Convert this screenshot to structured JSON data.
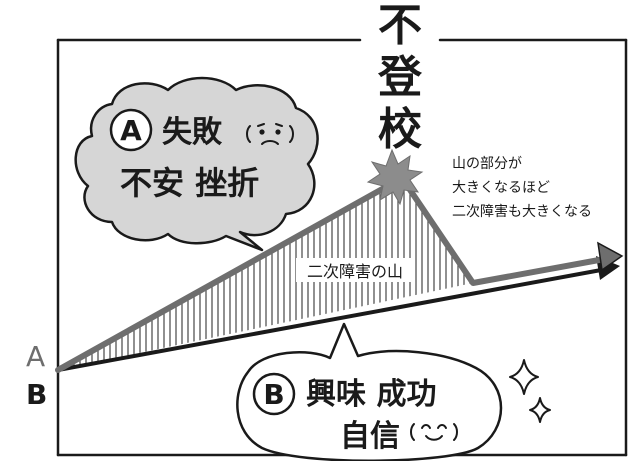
{
  "title": "不登校",
  "title_chars": [
    "不",
    "登",
    "校"
  ],
  "axis_labels": {
    "a": "A",
    "b": "B"
  },
  "bubble_a": {
    "circle_letter": "A",
    "line1": "失敗",
    "line2": "不安 挫折",
    "face_icon": "worried-face-icon"
  },
  "bubble_b": {
    "circle_letter": "B",
    "line1": "興味 成功",
    "line2": "自信",
    "face_icon": "smiling-face-icon"
  },
  "mountain_label": "二次障害の山",
  "note_lines": [
    "山の部分が",
    "大きくなるほど",
    "二次障害も大きくなる"
  ],
  "colors": {
    "ink": "#1a1a1a",
    "line_a": "#6e6e6e",
    "bubble_a_fill": "#d6d6d6",
    "bubble_b_fill": "#ffffff",
    "peak_burst": "#8c8c8c",
    "hatch": "#555555"
  },
  "icons": [
    "burst-icon",
    "sparkle-icon"
  ]
}
